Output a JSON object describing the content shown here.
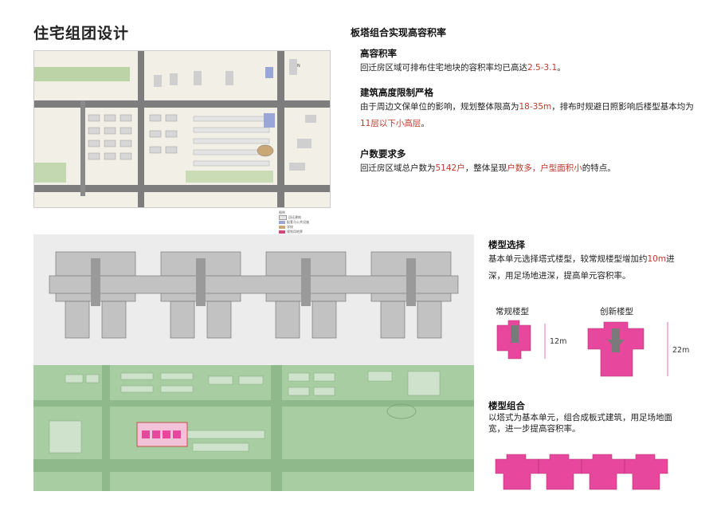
{
  "page_title": "住宅组团设计",
  "right_top": {
    "heading": "板塔组合实现高容积率",
    "sections": [
      {
        "head": "高容积率",
        "line1_pre": "回迁房区域可排布住宅地块的容积率均已高达",
        "line1_hl": "2.5-3.1",
        "line1_post": "。"
      },
      {
        "head": "建筑高度限制严格",
        "line1_pre": "由于周边文保单位的影响，规划整体限高为",
        "line1_hl": "18-35m",
        "line1_post": "，排布时规避日照影响后楼型基本均为",
        "line2_hl": "11层以下小高层",
        "line2_post": "。"
      },
      {
        "head": "户数要求多",
        "line1_pre": "回迁房区域总户数为",
        "line1_hl": "5142户",
        "line1_mid": "，整体呈现",
        "line1_hl2": "户数多，户型面积小",
        "line1_post": "的特点。"
      }
    ]
  },
  "tower": {
    "head": "楼型选择",
    "line1_pre": "基本单元选择塔式楼型，较常规楼型增加约",
    "line1_hl": "10m",
    "line1_post": "进",
    "line2": "深，用足场地进深，提高单元容积率。",
    "normal_label": "常规楼型",
    "normal_dim": "12m",
    "innov_label": "创新楼型",
    "innov_dim": "22m"
  },
  "combo": {
    "head": "楼型组合",
    "line1": "以塔式为基本单元，组合成板式建筑，用足场地面",
    "line2": "宽，进一步提高容积率。"
  },
  "legend": {
    "title": "图例",
    "items": [
      "回迁建筑",
      "配套与公共设施",
      "学校",
      "规划用地界"
    ]
  },
  "colors": {
    "accent_pink": "#e8479e",
    "highlight_red": "#c0392b",
    "map_green": "#9cc59a",
    "road_gray": "#7a7a7a",
    "plan_gray": "#b8b8b8"
  }
}
